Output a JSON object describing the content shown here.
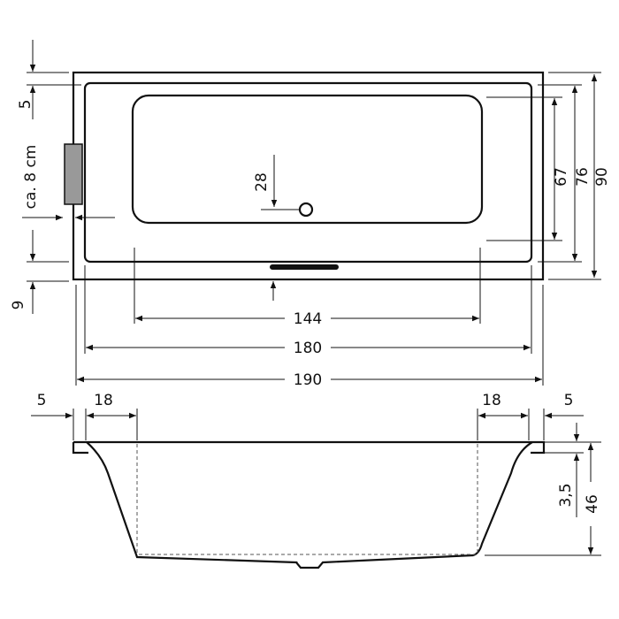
{
  "top_view": {
    "dim_length_outer": "190",
    "dim_length_inner": "180",
    "dim_length_basin": "144",
    "dim_width_outer": "90",
    "dim_width_inner": "76",
    "dim_width_basin": "67",
    "dim_rim_top": "5",
    "dim_rim_bottom": "9",
    "dim_drain_offset": "28",
    "dim_panel": "ca. 8 cm",
    "panel_color": "#999999"
  },
  "side_view": {
    "dim_left_rim": "5",
    "dim_left_slope": "18",
    "dim_right_slope": "18",
    "dim_right_rim": "5",
    "dim_rim_thickness": "3,5",
    "dim_depth": "46"
  }
}
